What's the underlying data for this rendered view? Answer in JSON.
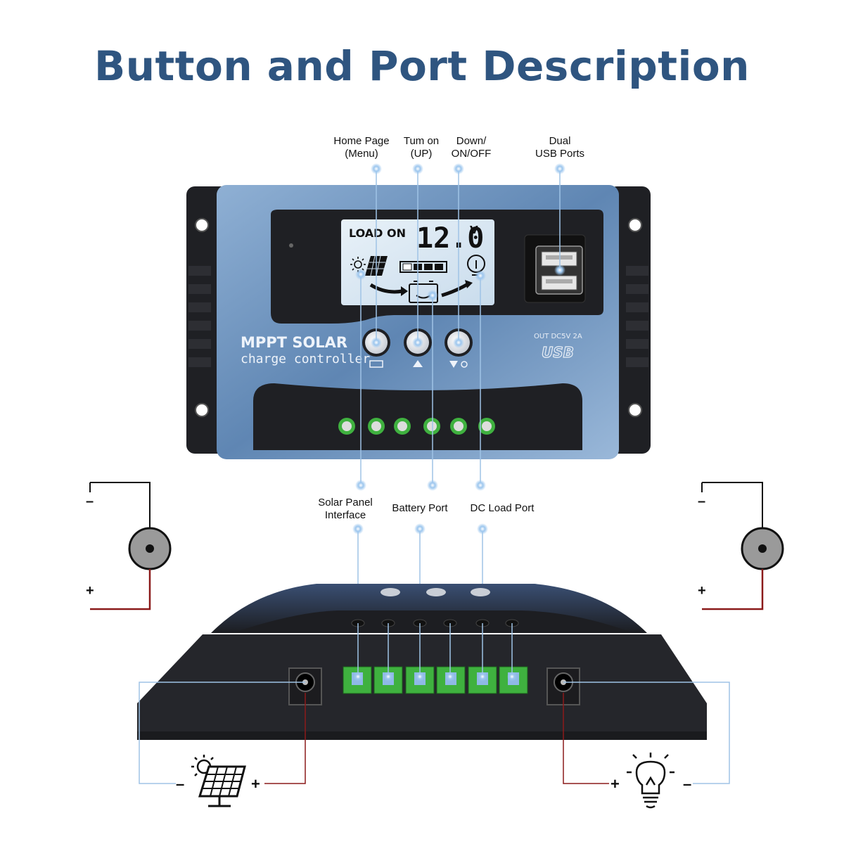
{
  "title": "Button and Port Description",
  "labels": {
    "home_page": [
      "Home Page",
      "(Menu)"
    ],
    "turn_on": [
      "Tum on",
      "(UP)"
    ],
    "down_onoff": [
      "Down/",
      "ON/OFF"
    ],
    "dual_usb": [
      "Dual",
      "USB Ports"
    ],
    "solar_panel": [
      "Solar Panel",
      "Interface"
    ],
    "battery_port": [
      "Battery Port"
    ],
    "dc_load_port": [
      "DC Load Port"
    ]
  },
  "device": {
    "lcd_load": "LOAD ON",
    "lcd_voltage": "12.0",
    "lcd_unit": "V",
    "brand_line1": "MPPT SOLAR",
    "brand_line2": "charge controller",
    "usb_spec": "OUT DC5V 2A",
    "usb_logo": "USB"
  },
  "polarity": {
    "minus": "–",
    "plus": "+"
  },
  "colors": {
    "title": "#2f5580",
    "device_blue": "#6e93bd",
    "device_dark": "#1f2024",
    "terminal_green": "#3fb13f",
    "leader_line": "#9fc3e6",
    "wire_red": "#8b1a1a"
  },
  "icons": [
    "sun-icon",
    "solar-panel-icon",
    "battery-icon",
    "light-bulb-icon",
    "usb-port-icon"
  ]
}
